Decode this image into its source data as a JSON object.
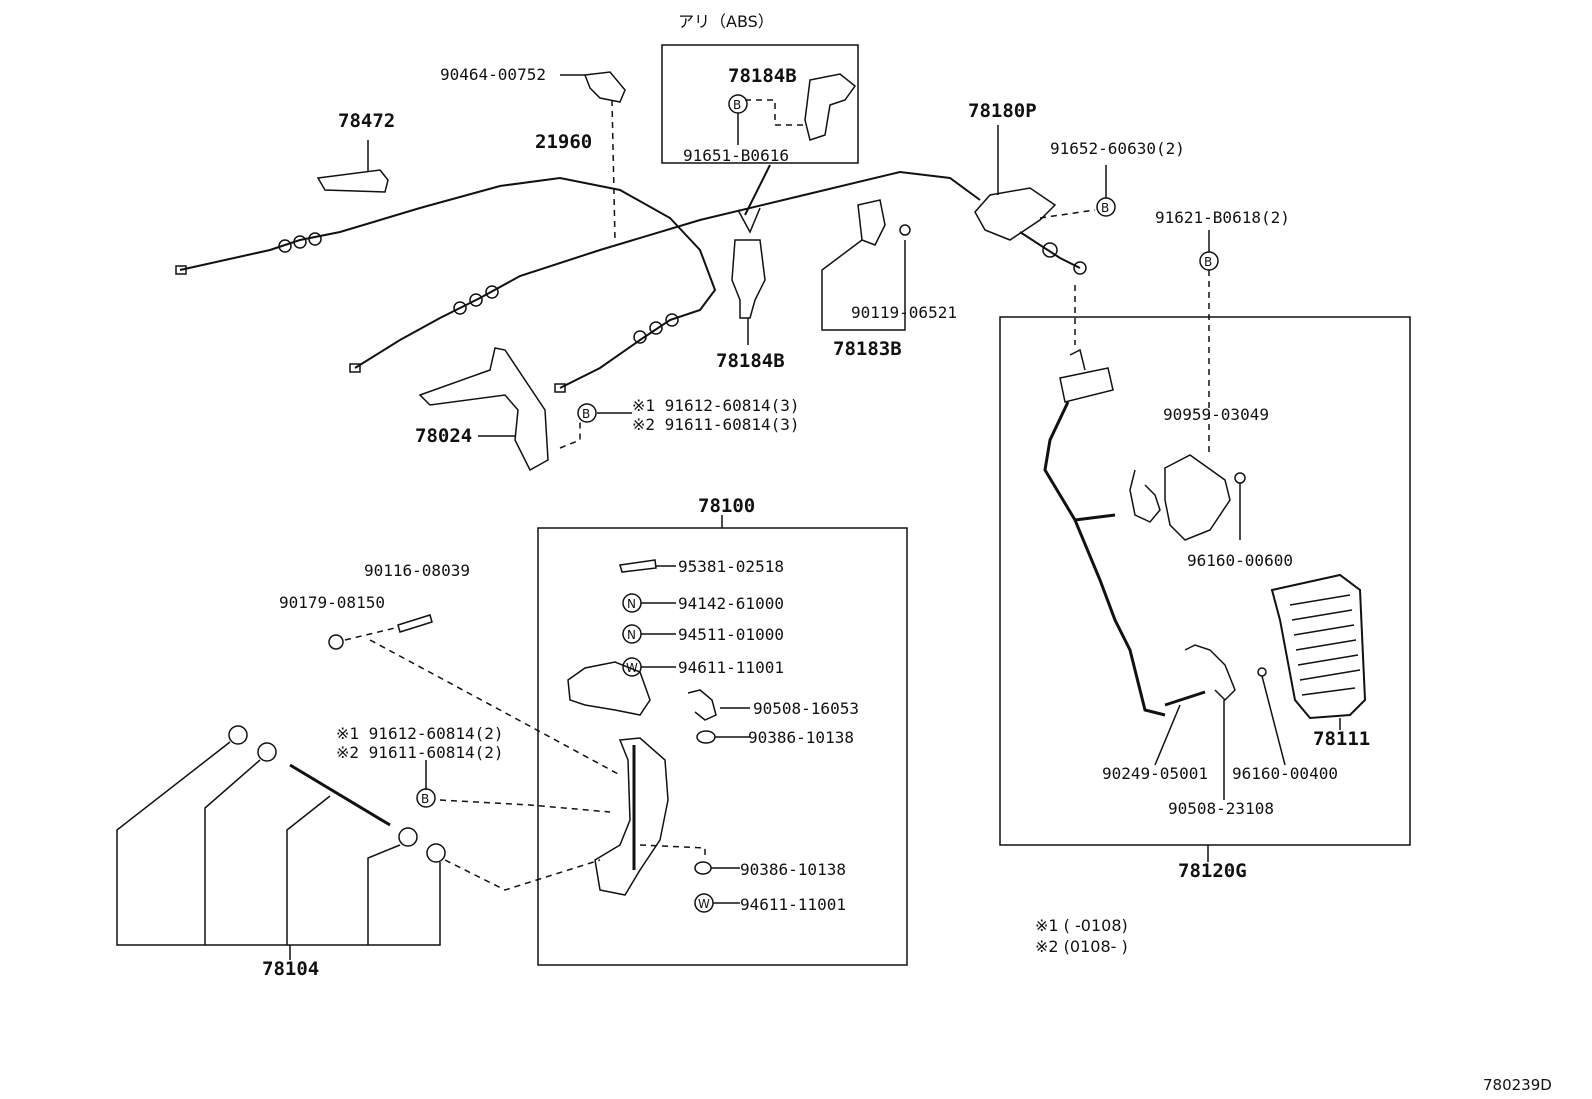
{
  "header": {
    "abs_note": "アリ（ABS）"
  },
  "labels": {
    "p90464": "90464-00752",
    "p78184b_top": "78184B",
    "p91651": "91651-B0616",
    "p78180p": "78180P",
    "p91652": "91652-60630(2)",
    "p91621": "91621-B0618(2)",
    "p78472": "78472",
    "p21960": "21960",
    "p78184b_mid": "78184B",
    "p78183b": "78183B",
    "p90119": "90119-06521",
    "p78024": "78024",
    "p91612_top": "※1 91612-60814(3)",
    "p91611_top": "※2 91611-60814(3)",
    "p78100": "78100",
    "p95381": "95381-02518",
    "p94142": "94142-61000",
    "p94511": "94511-01000",
    "p94611_a": "94611-11001",
    "p90508_16053": "90508-16053",
    "p90386_a": "90386-10138",
    "p90386_b": "90386-10138",
    "p94611_b": "94611-11001",
    "p90116": "90116-08039",
    "p90179": "90179-08150",
    "p91612_mid": "※1 91612-60814(2)",
    "p91611_mid": "※2 91611-60814(2)",
    "p78104": "78104",
    "p90959": "90959-03049",
    "p96160_600": "96160-00600",
    "p78111": "78111",
    "p90249": "90249-05001",
    "p96160_400": "96160-00400",
    "p90508_23108": "90508-23108",
    "p78120g": "78120G"
  },
  "symbols": {
    "b": "B",
    "n": "N",
    "w": "W"
  },
  "notes": {
    "note1": "※1 (       -0108)",
    "note2": "※2 (0108-       )"
  },
  "diagram_code": "780239D"
}
